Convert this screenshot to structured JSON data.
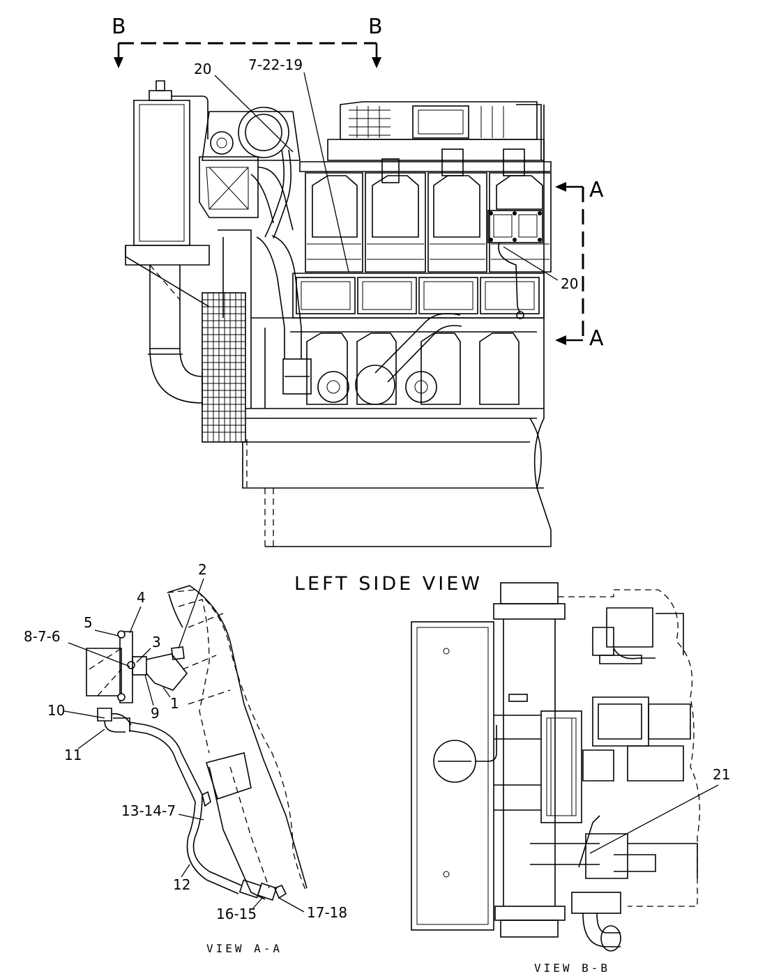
{
  "section_letters": {
    "b_left": "B",
    "b_right": "B",
    "a_top": "A",
    "a_bottom": "A"
  },
  "titles": {
    "main_view": "LEFT SIDE VIEW",
    "view_aa": "VIEW A-A",
    "view_bb": "VIEW B-B"
  },
  "callouts": {
    "main": {
      "c20_top": "20",
      "c7_22_19": "7-22-19",
      "c20_right": "20"
    },
    "view_aa": {
      "c2": "2",
      "c4": "4",
      "c5": "5",
      "c8_7_6": "8-7-6",
      "c3": "3",
      "c9": "9",
      "c1": "1",
      "c10": "10",
      "c11": "11",
      "c13_14_7": "13-14-7",
      "c12": "12",
      "c16_15": "16-15",
      "c17_18": "17-18"
    },
    "view_bb": {
      "c21": "21"
    }
  }
}
